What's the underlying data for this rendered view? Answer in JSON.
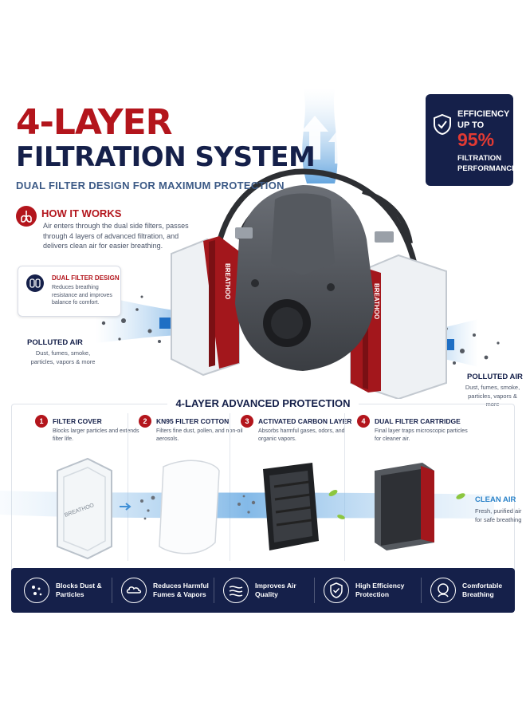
{
  "title": {
    "line1": "4-LAYER",
    "line2": "FILTRATION SYSTEM",
    "tagline": "DUAL FILTER DESIGN FOR MAXIMUM PROTECTION"
  },
  "efficiency_badge": {
    "line1": "EFFICIENCY",
    "line2": "UP TO",
    "percent": "95%",
    "line3": "FILTRATION",
    "line4": "PERFORMANCE"
  },
  "how_it_works": {
    "title": "HOW IT WORKS",
    "text": "Air enters through the dual side filters, passes through 4 layers of advanced filtration, and delivers clean air for easier breathing."
  },
  "dual_filter": {
    "title": "DUAL FILTER DESIGN",
    "text": "Reduces breathing resistance and improves balance fo comfort."
  },
  "polluted_air_left": {
    "title": "POLLUTED AIR",
    "text": "Dust, fumes, smoke, particles, vapors & more"
  },
  "polluted_air_right": {
    "title": "POLLUTED AIR",
    "text": "Dust, fumes, smoke, particles, vapors & more"
  },
  "mask": {
    "brand_left": "BREATHOO",
    "brand_right": "BREATHOO",
    "cover_brand": "BREATHOO"
  },
  "layers": {
    "heading": "4-LAYER ADVANCED PROTECTION",
    "steps": [
      {
        "num": "1",
        "title": "FILTER COVER",
        "text": "Blocks larger particles and extends filter life."
      },
      {
        "num": "2",
        "title": "KN95 FILTER COTTON",
        "text": "Filters fine dust, pollen, and non-oil aerosols."
      },
      {
        "num": "3",
        "title": "ACTIVATED CARBON LAYER",
        "text": "Absorbs harmful gases, odors, and organic vapors."
      },
      {
        "num": "4",
        "title": "DUAL FILTER CARTRIDGE",
        "text": "Final layer traps microscopic particles for cleaner air."
      }
    ]
  },
  "clean_air": {
    "title": "CLEAN AIR",
    "text": "Fresh, purified air for safe breathing"
  },
  "features": [
    {
      "icon": "dust-particles-icon",
      "label": "Blocks Dust & Particles"
    },
    {
      "icon": "fumes-cloud-icon",
      "label": "Reduces Harmful Fumes & Vapors"
    },
    {
      "icon": "airflow-icon",
      "label": "Improves Air Quality"
    },
    {
      "icon": "shield-check-icon",
      "label": "High Efficiency Protection"
    },
    {
      "icon": "comfort-face-icon",
      "label": "Comfortable Breathing"
    }
  ],
  "colors": {
    "brand_red": "#b3151c",
    "navy": "#15204a",
    "air_blue": "#2b83c9"
  }
}
